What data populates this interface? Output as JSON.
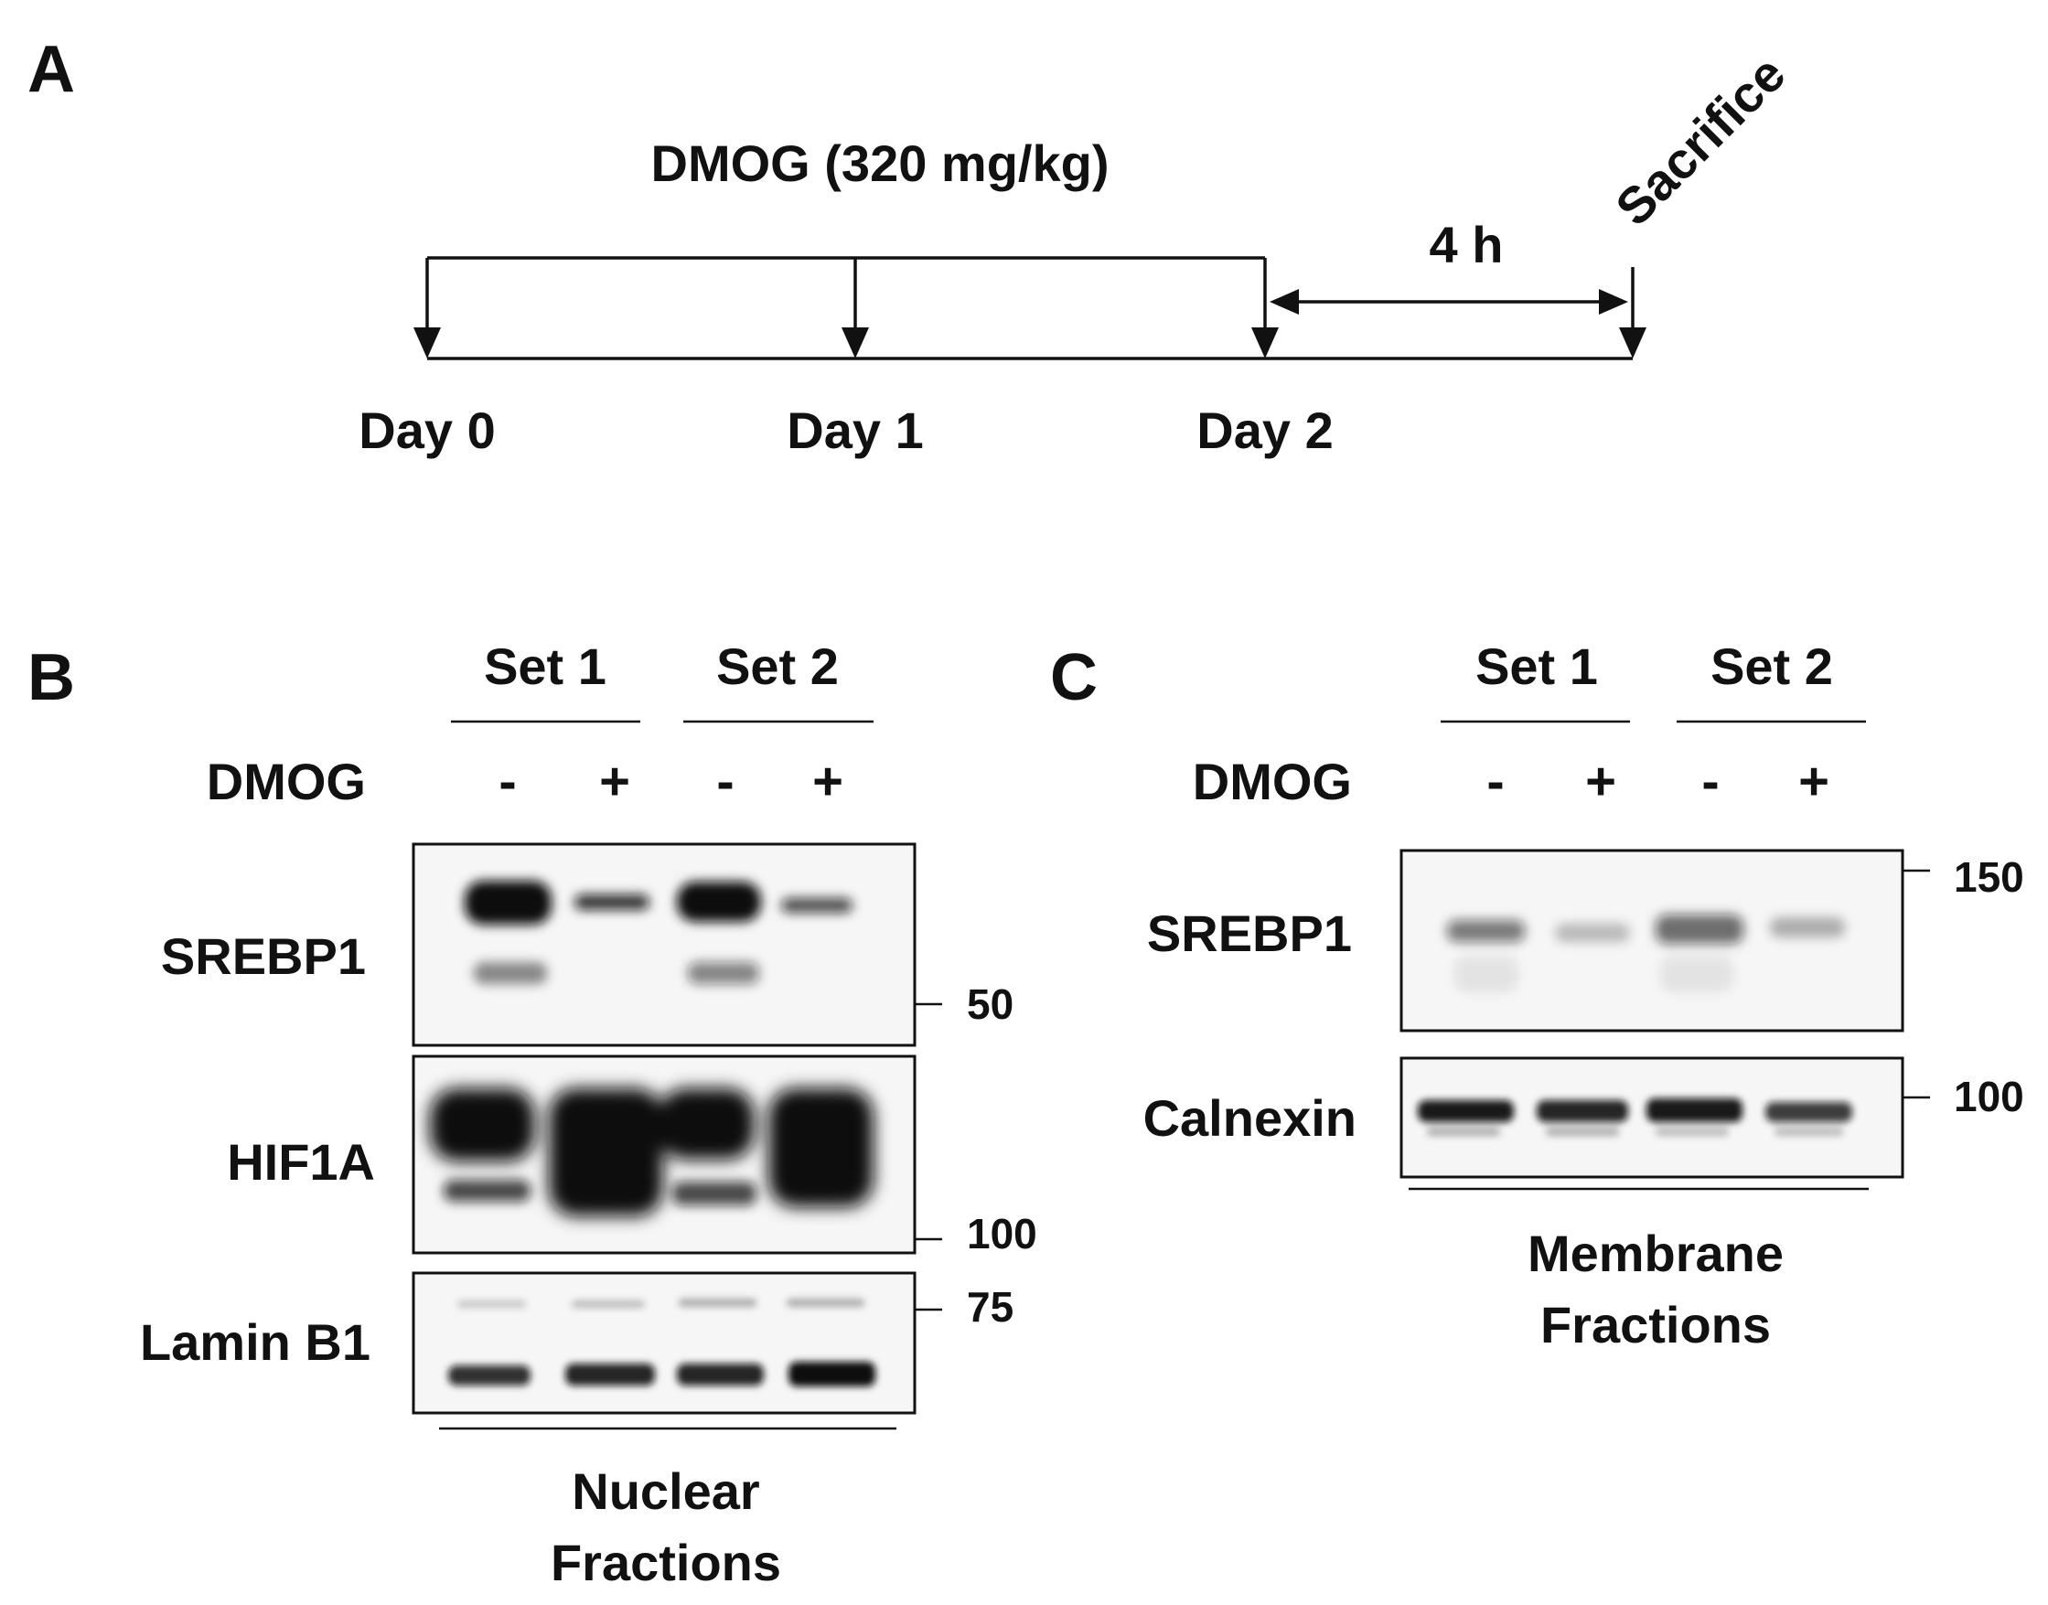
{
  "panel_a": {
    "letter": "A",
    "treatment_label": "DMOG (320 mg/kg)",
    "interval_label": "4 h",
    "end_label": "Sacrifice",
    "days": [
      "Day 0",
      "Day 1",
      "Day 2"
    ]
  },
  "panel_b": {
    "letter": "B",
    "sets": [
      "Set 1",
      "Set 2"
    ],
    "treatment_row_label": "DMOG",
    "signs": [
      "-",
      "+",
      "-",
      "+"
    ],
    "blots": [
      {
        "label": "SREBP1",
        "marker": "50"
      },
      {
        "label": "HIF1A",
        "marker": "100"
      },
      {
        "label": "Lamin B1",
        "marker": "75"
      }
    ],
    "fraction_line1": "Nuclear",
    "fraction_line2": "Fractions"
  },
  "panel_c": {
    "letter": "C",
    "sets": [
      "Set 1",
      "Set 2"
    ],
    "treatment_row_label": "DMOG",
    "signs": [
      "-",
      "+",
      "-",
      "+"
    ],
    "blots": [
      {
        "label": "SREBP1",
        "marker": "150"
      },
      {
        "label": "Calnexin",
        "marker": "100"
      }
    ],
    "fraction_line1": "Membrane",
    "fraction_line2": "Fractions"
  },
  "colors": {
    "ink": "#111111",
    "band": "#0d0d0d",
    "membrane": "#f6f6f6"
  }
}
